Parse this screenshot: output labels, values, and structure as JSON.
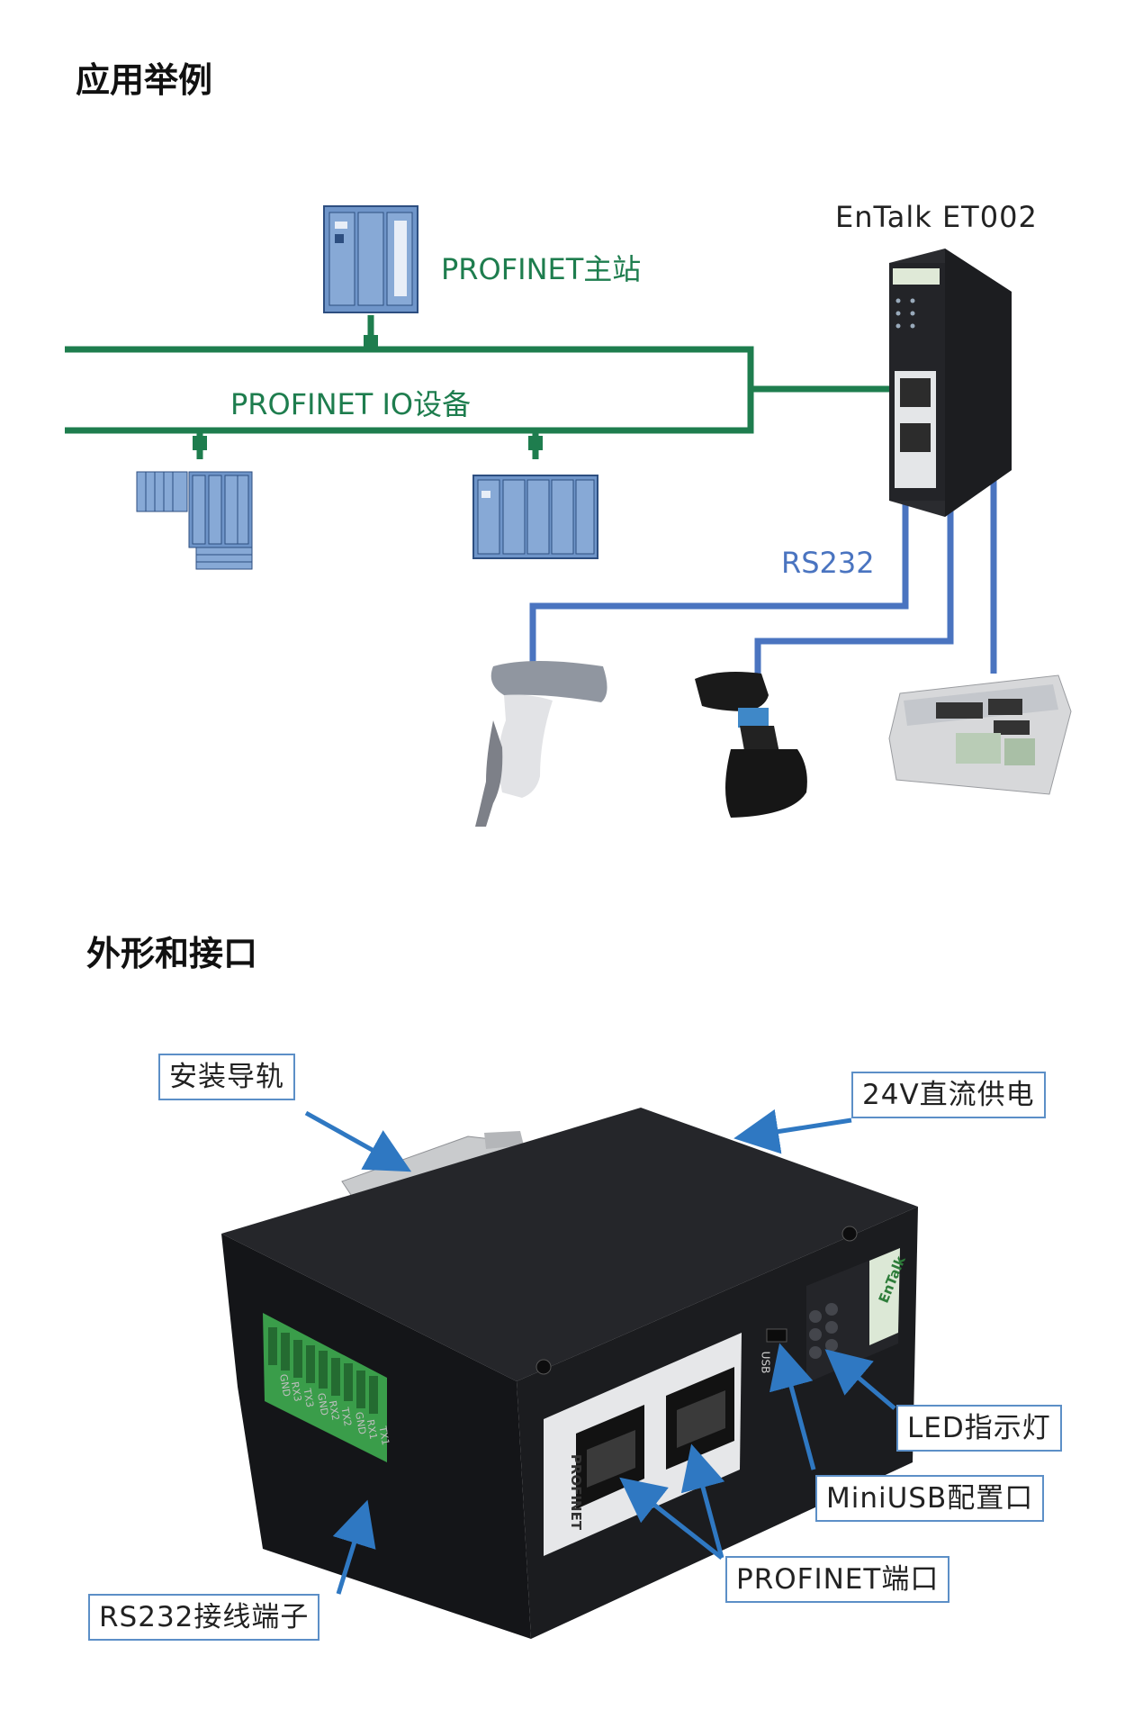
{
  "section1": {
    "title": "应用举例",
    "master_label": "PROFINET主站",
    "io_label": "PROFINET  IO设备",
    "device_label": "EnTalk  ET002",
    "rs232_label": "RS232"
  },
  "section2": {
    "title": "外形和接口",
    "callouts": {
      "rail": "安装导轨",
      "power": "24V直流供电",
      "led": "LED指示灯",
      "usb": "MiniUSB配置口",
      "profinet": "PROFINET端口",
      "terminal": "RS232接线端子"
    },
    "device_marks": {
      "brand": "EnTalk",
      "port_label": "PROFINET",
      "usb_label": "USB",
      "pins": [
        "TX1",
        "RX1",
        "GND",
        "TX2",
        "RX2",
        "GND",
        "TX3",
        "RX3",
        "GND"
      ]
    }
  },
  "colors": {
    "profinet_line": "#1e7d4e",
    "rs232_line": "#4a74c0",
    "callout_border": "#5c8fc7",
    "plc_blue": "#6f95c9",
    "device_black": "#1c1d20"
  },
  "icons": [
    "plc-icon",
    "io-module-icon",
    "barcode-scanner-icon",
    "weighing-indicator-icon",
    "gateway-device-icon"
  ]
}
